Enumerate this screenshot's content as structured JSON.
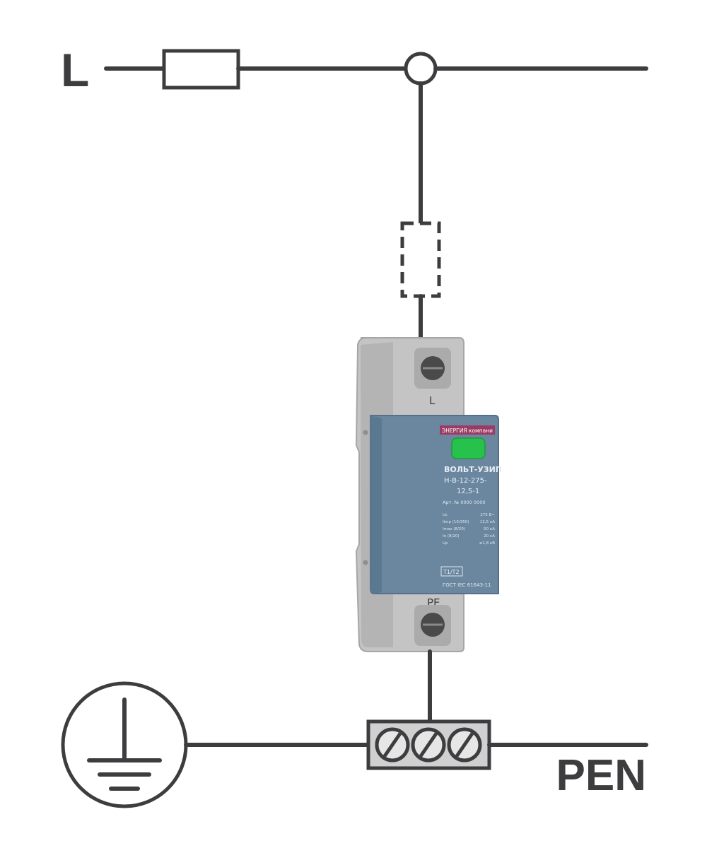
{
  "diagram": {
    "line_label": "L",
    "pen_label": "PEN",
    "device": {
      "brand": "ЭНЕРГИЯ компани",
      "model_line1": "ВОЛЬТ-УЗИП",
      "model_line2": "Н-В-12-275-",
      "model_line3": "12,5-1",
      "article": "Арт. № 0000 0000",
      "spec_rows": [
        {
          "param": "Uc",
          "value": "275 В~"
        },
        {
          "param": "Iimp (10/350)",
          "value": "12,5 кА"
        },
        {
          "param": "Imax (8/20)",
          "value": "50 кА"
        },
        {
          "param": "In (8/20)",
          "value": "20 кА"
        },
        {
          "param": "Up",
          "value": "≤1,8 кВ"
        }
      ],
      "class_badge": "T1/T2",
      "standard": "ГОСТ IEC 61643-11",
      "terminal_top": "L",
      "terminal_bottom": "PE"
    },
    "colors": {
      "wire": "#3d3d3f",
      "device_body": "#6b879f",
      "device_frame": "#bcbcbc",
      "indicator": "#27c24c",
      "brand_band": "#9b3b63",
      "terminal_block": "#d0d0d0"
    }
  }
}
